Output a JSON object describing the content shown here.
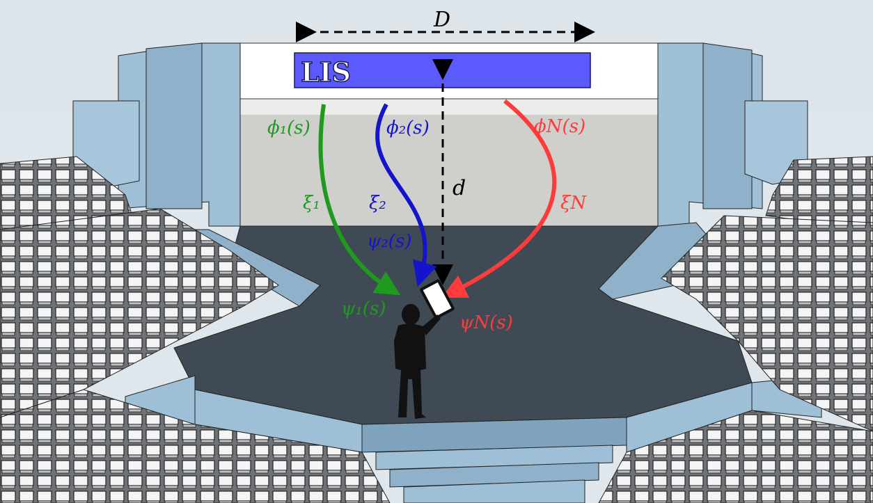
{
  "colors": {
    "path1": "#1f9a1f",
    "path2": "#1414cc",
    "pathN": "#ff3b3b",
    "lis_panel": "#5a5aff",
    "stage": "#3f4a55",
    "wall": "#cfd0cc",
    "blue_struct": "#9fbfd6"
  },
  "lis": {
    "label": "LIS"
  },
  "dims": {
    "width_label": "D",
    "distance_label": "d"
  },
  "paths": [
    {
      "phi": "ϕ₁(s)",
      "xi": "ξ₁",
      "psi": "ψ₁(s)",
      "color": "#1f9a1f"
    },
    {
      "phi": "ϕ₂(s)",
      "xi": "ξ₂",
      "psi": "ψ₂(s)",
      "color": "#1414cc"
    },
    {
      "phi": "ϕN(s)",
      "xi": "ξN",
      "psi": "ψN(s)",
      "color": "#ff3b3b"
    }
  ],
  "icons": {
    "user": "person-silhouette-icon",
    "device": "tablet-device-icon"
  }
}
